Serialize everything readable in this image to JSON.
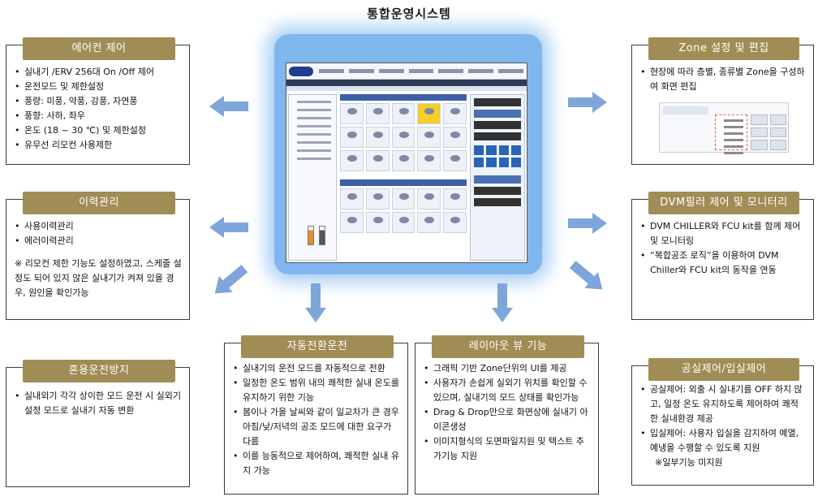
{
  "title": "통합운영시스템",
  "panels": {
    "aircon": {
      "header": "에어컨 제어",
      "items": [
        "실내기 /ERV 256대 On /Off 제어",
        "운전모드 및 제한설정",
        "풍량: 미풍, 약풍, 강풍, 자연풍",
        "풍향: 사하, 좌우",
        "온도 (18 ~ 30 ℃) 및 제한설정",
        "유무선 리모컨 사용제한"
      ]
    },
    "history": {
      "header": "이력관리",
      "items": [
        "사용이력관리",
        "에러이력관리"
      ],
      "note": "※ 리모컨 제한 기능도 설정하였고, 스케줄 설정도 되어 있지 않은 실내기가 켜져 있을 경우, 원인을 확인가능"
    },
    "mixed": {
      "header": "혼용운전방지",
      "items": [
        "실내외기 각각 상이한 모드 운전 시 실외기 설정 모드로 실내기 자동 변환"
      ]
    },
    "auto": {
      "header": "자동전환운전",
      "items": [
        "실내기의 운전 모드를 자동적으로 전환",
        "일정한 온도 범위 내의 쾌적한 실내 온도를 유지하기 위한 기능",
        "봄이나 가을 날씨와 같이 일교차가 큰 경우 아침/낮/저녁의 공조 모드에 대한 요구가 다름",
        "이를 능동적으로 제어하여, 쾌적한 실내 유지 가능"
      ]
    },
    "layout": {
      "header": "레이아웃 뷰 기능",
      "items": [
        "그래픽 기반 Zone단위의 UI를 제공",
        "사용자가 손쉽게 실외기 위치를 확인할 수 있으며, 실내기의 모드 상태를 확인가능",
        "Drag & Drop만으로 화면상에 실내기 아이콘생성",
        "이미지형식의 도면파일지원 및 텍스트 추가기능 지원"
      ]
    },
    "zone": {
      "header": "Zone 설정 및 편집",
      "items": [
        "현장에 따라 층별, 종류별 Zone을 구성하여 화면 편집"
      ]
    },
    "dvm": {
      "header": "DVM필러 제어 및 모니터리",
      "items": [
        "DVM CHILLER와 FCU kit를 함께 제어 및 모니터링",
        "“복합공조 로직”을 이용하여 DVM Chiller와 FCU kit의 동작을 연동"
      ]
    },
    "vacancy": {
      "header": "공실제어/입실제어",
      "items": [
        "공실제어: 외출 시 실내기를 OFF 하지 않고, 일정 온도 유지하도록 제어하여 쾌적한 실내환경 제공",
        "입실제어: 사용자 입실을 감지하여 예열, 예냉을 수행할 수 있도록 지원"
      ],
      "note": "※일부기능 미지원"
    }
  },
  "colors": {
    "header_bg": "#a08c55",
    "arrow": "#7fa6da",
    "glow": "#7fb6ee"
  }
}
